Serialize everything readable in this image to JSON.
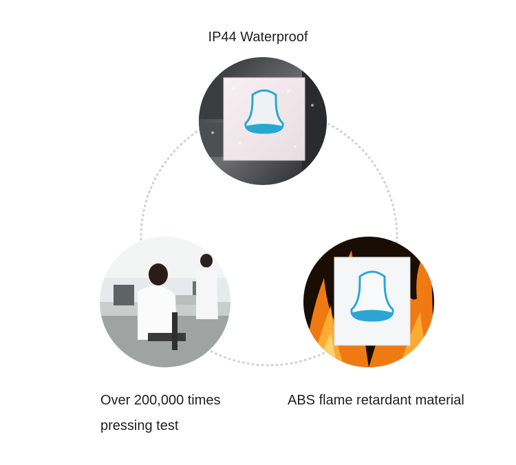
{
  "captions": {
    "top": "IP44 Waterproof",
    "left_line1": "Over 200,000 times",
    "left_line2": "pressing test",
    "right": "ABS flame retardant material"
  },
  "colors": {
    "bell_blue": "#2aa6d6",
    "dotted_ring": "#cfcfcf",
    "flame_orange": "#f07a12"
  },
  "icons": {
    "device": "doorbell-button-icon"
  }
}
